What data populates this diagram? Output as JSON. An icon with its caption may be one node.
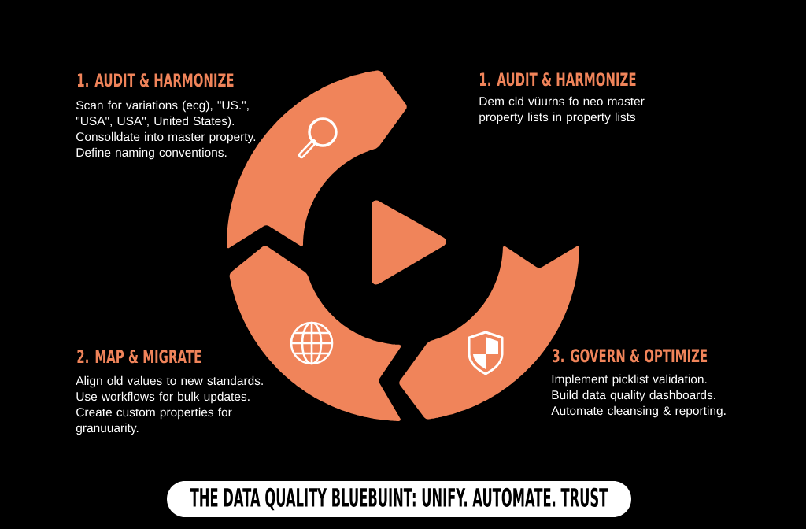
{
  "diagram": {
    "title": "THE DATA QUALITY BLUEBUINT: UNIFY. AUTOMATE. TRUST",
    "nodes": [
      {
        "text": [],
        "shape": "arc",
        "beside": [
          "1. AUDIT & HARMONIZE",
          "Scan for variations (ecg), \"US.\", \"USA\", USA\", United States). Consolldate into master property. Define naming conventions."
        ]
      },
      {
        "text": [],
        "shape": "arc",
        "beside": [
          "2. MAP & MIGRATE",
          "Align old values to new standards. Use workflows for bulk updates. Create custom properties for granuuarity."
        ]
      },
      {
        "text": [],
        "shape": "arc",
        "beside": [
          "3. GOVERN & OPTIMIZE",
          "Implement picklist validation. Build data quality dashboards. Automate cleansing & reporting."
        ]
      }
    ],
    "labels": [
      "1. AUDIT & HARMONIZE",
      "Dem cld vüurns fo neo master property lists in property lists"
    ]
  }
}
